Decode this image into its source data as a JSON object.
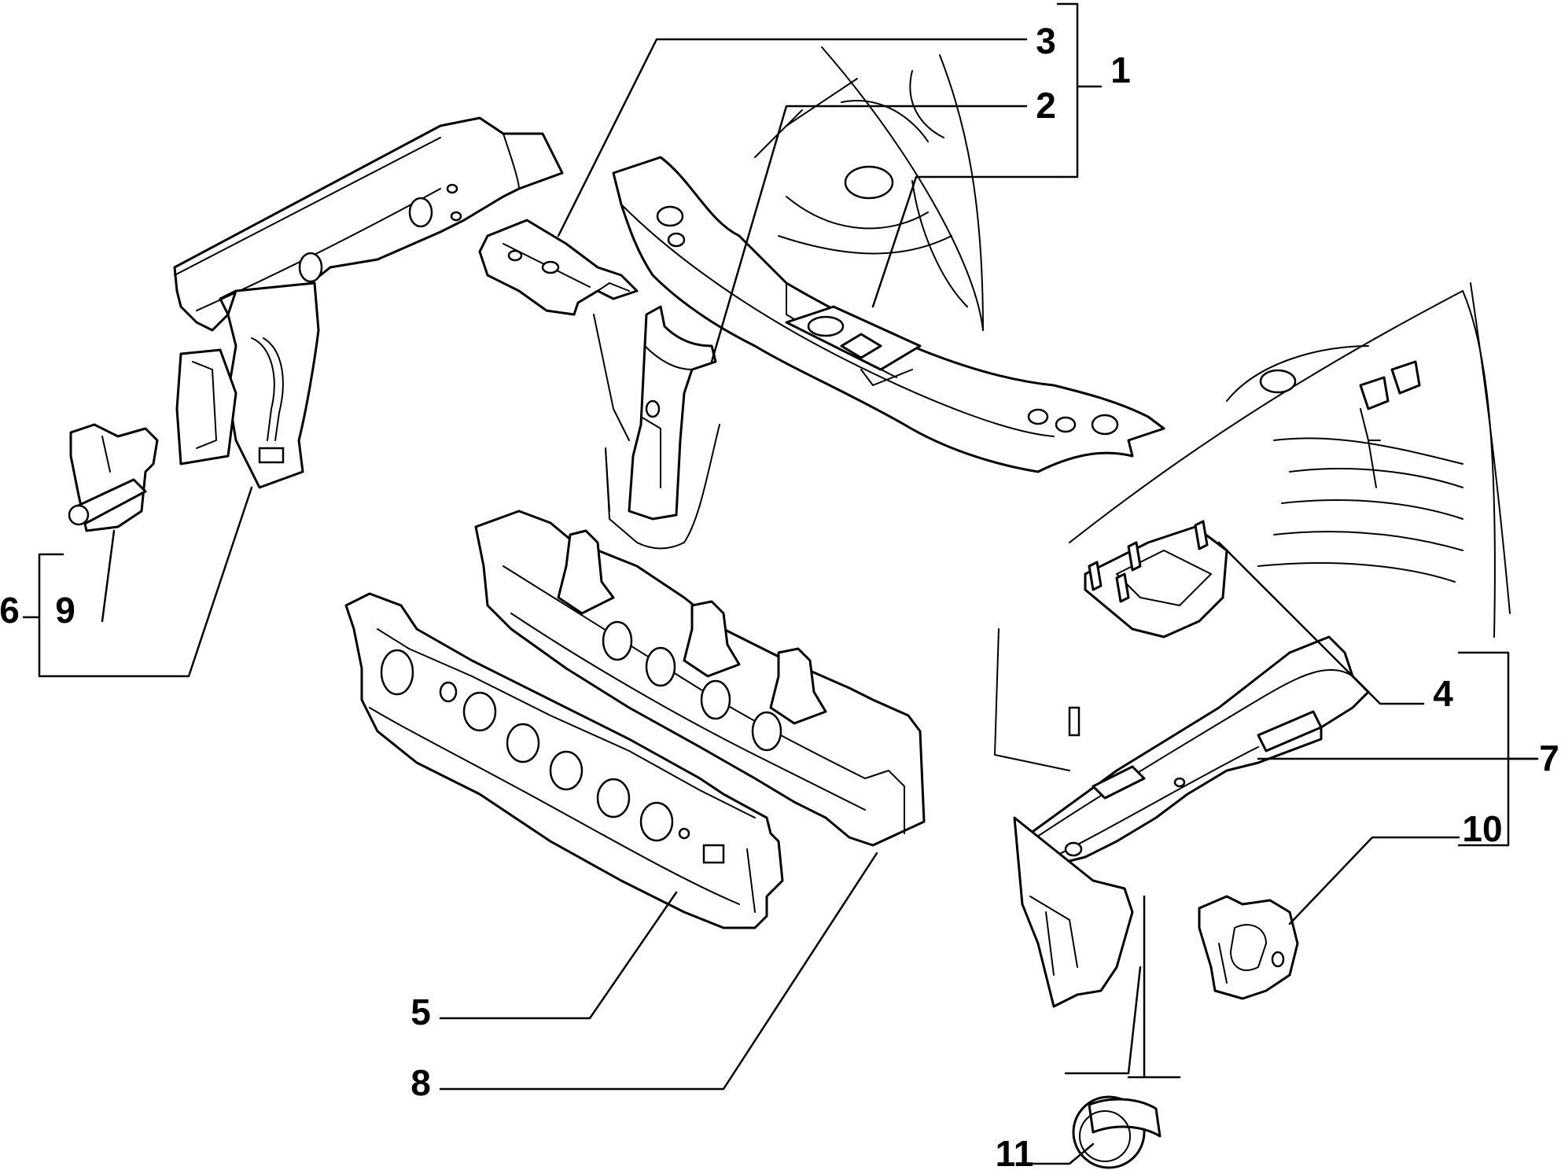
{
  "diagram": {
    "colors": {
      "ink": "#000000",
      "paper": "#ffffff"
    },
    "callouts": [
      {
        "id": "c1",
        "label": "1"
      },
      {
        "id": "c2",
        "label": "2"
      },
      {
        "id": "c3",
        "label": "3"
      },
      {
        "id": "c4",
        "label": "4"
      },
      {
        "id": "c5",
        "label": "5"
      },
      {
        "id": "c6",
        "label": "6"
      },
      {
        "id": "c7",
        "label": "7"
      },
      {
        "id": "c8",
        "label": "8"
      },
      {
        "id": "c9",
        "label": "9"
      },
      {
        "id": "c10",
        "label": "10"
      },
      {
        "id": "c11",
        "label": "11"
      }
    ]
  }
}
